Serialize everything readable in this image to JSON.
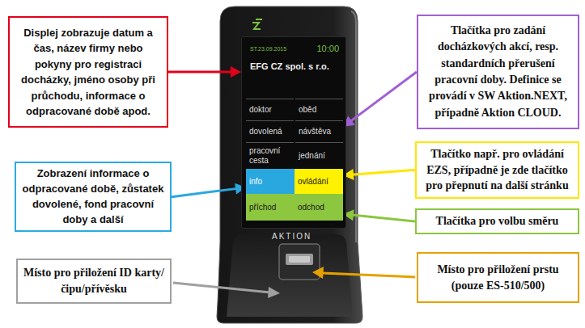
{
  "diagram": {
    "nodes": [
      {
        "text": [
          "Displej zobrazuje datum a čas, název firmy nebo pokyny pro registraci docházky, jméno osoby při průchodu, informace o odpracované době apod."
        ]
      },
      {
        "text": [
          "Tlačítka pro zadání docházkových akcí, resp. standardních přerušení pracovní doby. Definice se provádí v SW Aktion.NEXT, případně Aktion CLOUD."
        ]
      },
      {
        "text": [
          "Zobrazení informace o odpracované době, zůstatek dovolené, fond pracovní doby a další"
        ]
      },
      {
        "text": [
          "Tlačítko např. pro ovládání EZS, případně je zde tlačítko pro přepnutí na další stránku"
        ]
      },
      {
        "text": [
          "Tlačítka pro volbu směru"
        ]
      },
      {
        "text": [
          "Místo pro přiložení ID karty/čipu/přívěsku"
        ]
      },
      {
        "text": [
          "Místo pro přiložení prstu (pouze ES-510/500)"
        ]
      },
      {
        "text": [
          "ST.23.09.2015",
          "10:00",
          "EFG CZ spol. s r.o."
        ]
      },
      {
        "text": [
          "doktor"
        ],
        "in": 7
      },
      {
        "text": [
          "oběd"
        ],
        "in": 7
      },
      {
        "text": [
          "dovolená"
        ],
        "in": 7
      },
      {
        "text": [
          "návštěva"
        ],
        "in": 7
      },
      {
        "text": [
          "pracovní cesta"
        ],
        "in": 7
      },
      {
        "text": [
          "jednání"
        ],
        "in": 7
      },
      {
        "text": [
          "info"
        ],
        "in": 7
      },
      {
        "text": [
          "ovládání"
        ],
        "in": 7
      },
      {
        "text": [
          "příchod"
        ],
        "in": 7
      },
      {
        "text": [
          "odchod"
        ],
        "in": 7
      }
    ],
    "edges": [
      {
        "from": 0,
        "to": 7,
        "arrow": "to"
      },
      {
        "from": 1,
        "to": 11,
        "arrow": "to"
      },
      {
        "from": 2,
        "to": 14,
        "arrow": "to"
      },
      {
        "from": 3,
        "to": 15,
        "arrow": "to"
      },
      {
        "from": 4,
        "to": 17,
        "arrow": "to"
      }
    ],
    "labels": [
      "AKTION"
    ]
  }
}
